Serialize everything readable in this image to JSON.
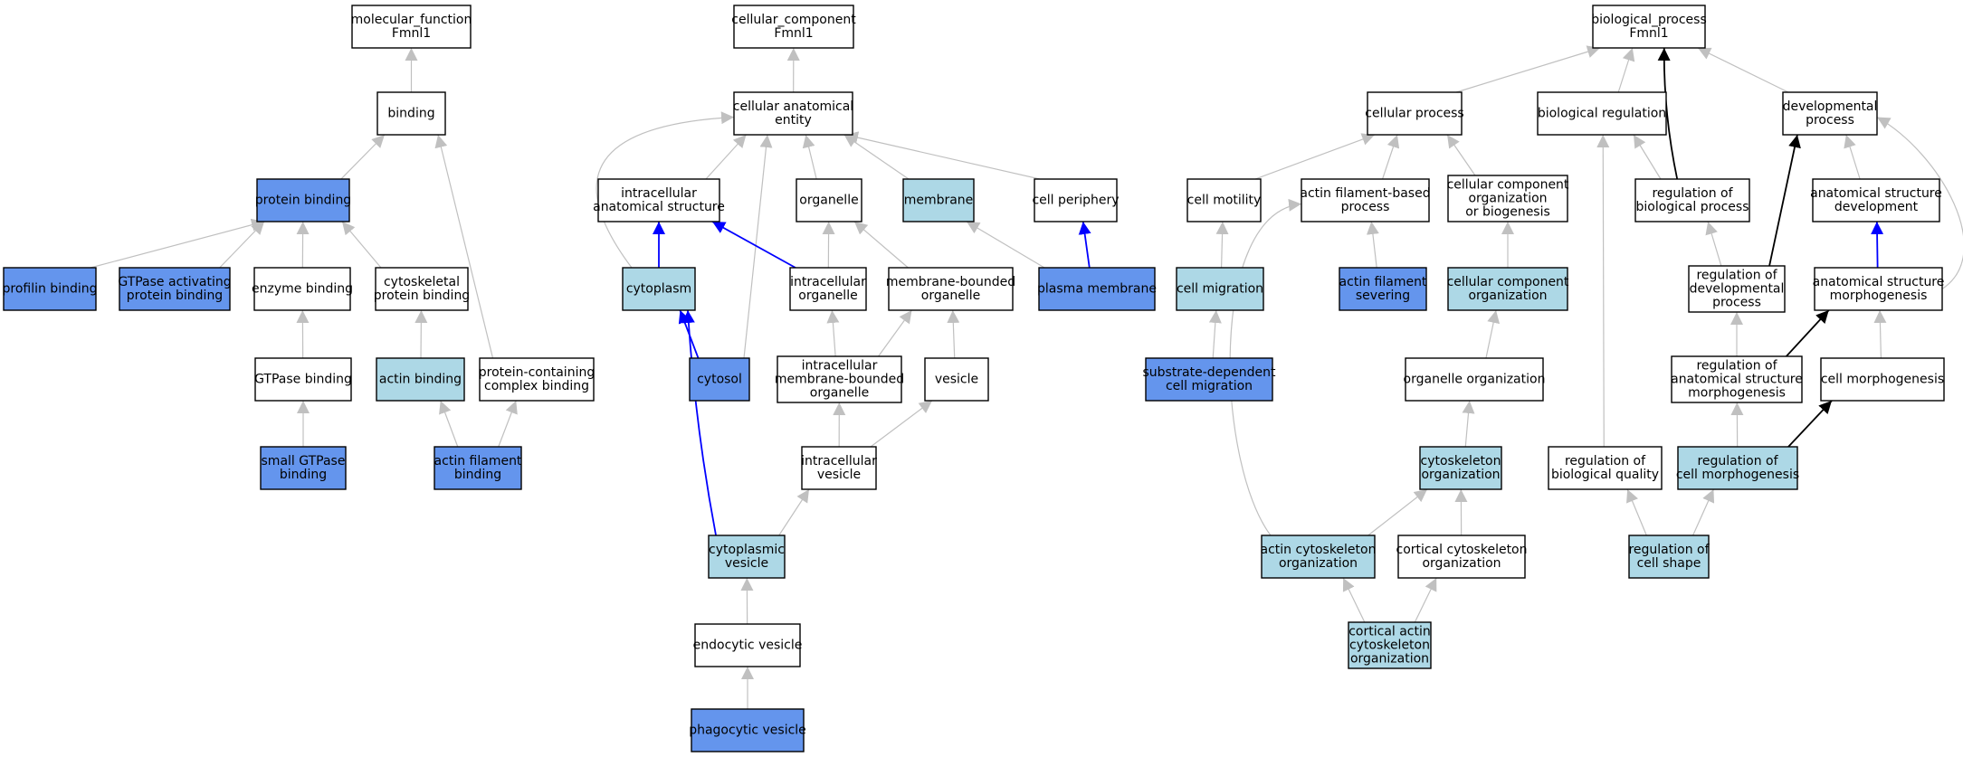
{
  "colors": {
    "white": "#ffffff",
    "light": "#add8e6",
    "dark": "#6495ed",
    "edge_gray": "#c0c0c0",
    "edge_blue": "#0000ff",
    "edge_black": "#000000"
  },
  "nodes": [
    {
      "id": "mf_root",
      "lines": [
        "molecular_function",
        "Fmnl1"
      ],
      "fill": "white"
    },
    {
      "id": "binding",
      "lines": [
        "binding"
      ],
      "fill": "white"
    },
    {
      "id": "protein_binding",
      "lines": [
        "protein binding"
      ],
      "fill": "dark"
    },
    {
      "id": "profilin_binding",
      "lines": [
        "profilin binding"
      ],
      "fill": "dark"
    },
    {
      "id": "gtpase_activating",
      "lines": [
        "GTPase activating",
        "protein binding"
      ],
      "fill": "dark"
    },
    {
      "id": "enzyme_binding",
      "lines": [
        "enzyme binding"
      ],
      "fill": "white"
    },
    {
      "id": "cytoskeletal_pb",
      "lines": [
        "cytoskeletal",
        "protein binding"
      ],
      "fill": "white"
    },
    {
      "id": "gtpase_binding",
      "lines": [
        "GTPase binding"
      ],
      "fill": "white"
    },
    {
      "id": "actin_binding",
      "lines": [
        "actin binding"
      ],
      "fill": "light"
    },
    {
      "id": "protein_complex_binding",
      "lines": [
        "protein-containing",
        "complex binding"
      ],
      "fill": "white"
    },
    {
      "id": "small_gtpase",
      "lines": [
        "small GTPase",
        "binding"
      ],
      "fill": "dark"
    },
    {
      "id": "actin_filament_binding",
      "lines": [
        "actin filament",
        "binding"
      ],
      "fill": "dark"
    },
    {
      "id": "cc_root",
      "lines": [
        "cellular_component",
        "Fmnl1"
      ],
      "fill": "white"
    },
    {
      "id": "cae",
      "lines": [
        "cellular anatomical",
        "entity"
      ],
      "fill": "white"
    },
    {
      "id": "ias",
      "lines": [
        "intracellular",
        "anatomical structure"
      ],
      "fill": "white"
    },
    {
      "id": "organelle",
      "lines": [
        "organelle"
      ],
      "fill": "white"
    },
    {
      "id": "membrane",
      "lines": [
        "membrane"
      ],
      "fill": "light"
    },
    {
      "id": "cell_periphery",
      "lines": [
        "cell periphery"
      ],
      "fill": "white"
    },
    {
      "id": "cytoplasm",
      "lines": [
        "cytoplasm"
      ],
      "fill": "light"
    },
    {
      "id": "intra_organelle",
      "lines": [
        "intracellular",
        "organelle"
      ],
      "fill": "white"
    },
    {
      "id": "mb_organelle",
      "lines": [
        "membrane-bounded",
        "organelle"
      ],
      "fill": "white"
    },
    {
      "id": "plasma_membrane",
      "lines": [
        "plasma membrane"
      ],
      "fill": "dark"
    },
    {
      "id": "cytosol",
      "lines": [
        "cytosol"
      ],
      "fill": "dark"
    },
    {
      "id": "intra_mb_organelle",
      "lines": [
        "intracellular",
        "membrane-bounded",
        "organelle"
      ],
      "fill": "white"
    },
    {
      "id": "vesicle",
      "lines": [
        "vesicle"
      ],
      "fill": "white"
    },
    {
      "id": "intra_vesicle",
      "lines": [
        "intracellular",
        "vesicle"
      ],
      "fill": "white"
    },
    {
      "id": "cyto_vesicle",
      "lines": [
        "cytoplasmic",
        "vesicle"
      ],
      "fill": "light"
    },
    {
      "id": "endocytic_vesicle",
      "lines": [
        "endocytic vesicle"
      ],
      "fill": "white"
    },
    {
      "id": "phagocytic_vesicle",
      "lines": [
        "phagocytic vesicle"
      ],
      "fill": "dark"
    },
    {
      "id": "bp_root",
      "lines": [
        "biological_process",
        "Fmnl1"
      ],
      "fill": "white"
    },
    {
      "id": "cellular_process",
      "lines": [
        "cellular process"
      ],
      "fill": "white"
    },
    {
      "id": "bio_regulation",
      "lines": [
        "biological regulation"
      ],
      "fill": "white"
    },
    {
      "id": "dev_process",
      "lines": [
        "developmental",
        "process"
      ],
      "fill": "white"
    },
    {
      "id": "cell_motility",
      "lines": [
        "cell motility"
      ],
      "fill": "white"
    },
    {
      "id": "afbp",
      "lines": [
        "actin filament-based",
        "process"
      ],
      "fill": "white"
    },
    {
      "id": "ccob",
      "lines": [
        "cellular component",
        "organization",
        "or biogenesis"
      ],
      "fill": "white"
    },
    {
      "id": "reg_bio_process",
      "lines": [
        "regulation of",
        "biological process"
      ],
      "fill": "white"
    },
    {
      "id": "asd",
      "lines": [
        "anatomical structure",
        "development"
      ],
      "fill": "white"
    },
    {
      "id": "cell_migration",
      "lines": [
        "cell migration"
      ],
      "fill": "light"
    },
    {
      "id": "af_severing",
      "lines": [
        "actin filament",
        "severing"
      ],
      "fill": "dark"
    },
    {
      "id": "cco",
      "lines": [
        "cellular component",
        "organization"
      ],
      "fill": "light"
    },
    {
      "id": "reg_dev_process",
      "lines": [
        "regulation of",
        "developmental",
        "process"
      ],
      "fill": "white"
    },
    {
      "id": "asm",
      "lines": [
        "anatomical structure",
        "morphogenesis"
      ],
      "fill": "white"
    },
    {
      "id": "sdcm",
      "lines": [
        "substrate-dependent",
        "cell migration"
      ],
      "fill": "dark"
    },
    {
      "id": "organelle_org",
      "lines": [
        "organelle organization"
      ],
      "fill": "white"
    },
    {
      "id": "reg_asm",
      "lines": [
        "regulation of",
        "anatomical structure",
        "morphogenesis"
      ],
      "fill": "white"
    },
    {
      "id": "cell_morphogenesis",
      "lines": [
        "cell morphogenesis"
      ],
      "fill": "white"
    },
    {
      "id": "cyto_org",
      "lines": [
        "cytoskeleton",
        "organization"
      ],
      "fill": "light"
    },
    {
      "id": "reg_bio_quality",
      "lines": [
        "regulation of",
        "biological quality"
      ],
      "fill": "white"
    },
    {
      "id": "reg_cell_morph",
      "lines": [
        "regulation of",
        "cell morphogenesis"
      ],
      "fill": "light"
    },
    {
      "id": "aco",
      "lines": [
        "actin cytoskeleton",
        "organization"
      ],
      "fill": "light"
    },
    {
      "id": "cco2",
      "lines": [
        "cortical cytoskeleton",
        "organization"
      ],
      "fill": "white"
    },
    {
      "id": "reg_cell_shape",
      "lines": [
        "regulation of",
        "cell shape"
      ],
      "fill": "light"
    },
    {
      "id": "caco",
      "lines": [
        "cortical actin",
        "cytoskeleton",
        "organization"
      ],
      "fill": "light"
    }
  ],
  "edges": [
    {
      "from": "binding",
      "to": "mf_root",
      "color": "edge_gray"
    },
    {
      "from": "protein_binding",
      "to": "binding",
      "color": "edge_gray"
    },
    {
      "from": "protein_complex_binding",
      "to": "binding",
      "color": "edge_gray"
    },
    {
      "from": "profilin_binding",
      "to": "protein_binding",
      "color": "edge_gray"
    },
    {
      "from": "gtpase_activating",
      "to": "protein_binding",
      "color": "edge_gray"
    },
    {
      "from": "enzyme_binding",
      "to": "protein_binding",
      "color": "edge_gray"
    },
    {
      "from": "cytoskeletal_pb",
      "to": "protein_binding",
      "color": "edge_gray"
    },
    {
      "from": "gtpase_binding",
      "to": "enzyme_binding",
      "color": "edge_gray"
    },
    {
      "from": "actin_binding",
      "to": "cytoskeletal_pb",
      "color": "edge_gray"
    },
    {
      "from": "small_gtpase",
      "to": "gtpase_binding",
      "color": "edge_gray"
    },
    {
      "from": "actin_filament_binding",
      "to": "actin_binding",
      "color": "edge_gray"
    },
    {
      "from": "actin_filament_binding",
      "to": "protein_complex_binding",
      "color": "edge_gray"
    },
    {
      "from": "cae",
      "to": "cc_root",
      "color": "edge_gray"
    },
    {
      "from": "ias",
      "to": "cae",
      "color": "edge_gray"
    },
    {
      "from": "organelle",
      "to": "cae",
      "color": "edge_gray"
    },
    {
      "from": "membrane",
      "to": "cae",
      "color": "edge_gray"
    },
    {
      "from": "cell_periphery",
      "to": "cae",
      "color": "edge_gray"
    },
    {
      "from": "cytoplasm",
      "to": "cae",
      "color": "edge_gray",
      "curve": "left"
    },
    {
      "from": "cytosol",
      "to": "cae",
      "color": "edge_gray"
    },
    {
      "from": "cytoplasm",
      "to": "ias",
      "color": "edge_blue"
    },
    {
      "from": "intra_organelle",
      "to": "ias",
      "color": "edge_blue"
    },
    {
      "from": "intra_organelle",
      "to": "organelle",
      "color": "edge_gray"
    },
    {
      "from": "mb_organelle",
      "to": "organelle",
      "color": "edge_gray"
    },
    {
      "from": "plasma_membrane",
      "to": "membrane",
      "color": "edge_gray"
    },
    {
      "from": "plasma_membrane",
      "to": "cell_periphery",
      "color": "edge_blue"
    },
    {
      "from": "cytosol",
      "to": "cytoplasm",
      "color": "edge_blue"
    },
    {
      "from": "intra_mb_organelle",
      "to": "intra_organelle",
      "color": "edge_gray"
    },
    {
      "from": "intra_mb_organelle",
      "to": "mb_organelle",
      "color": "edge_gray"
    },
    {
      "from": "vesicle",
      "to": "mb_organelle",
      "color": "edge_gray"
    },
    {
      "from": "intra_vesicle",
      "to": "intra_mb_organelle",
      "color": "edge_gray"
    },
    {
      "from": "intra_vesicle",
      "to": "vesicle",
      "color": "edge_gray"
    },
    {
      "from": "cyto_vesicle",
      "to": "intra_vesicle",
      "color": "edge_gray"
    },
    {
      "from": "cyto_vesicle",
      "to": "cytoplasm",
      "color": "edge_blue",
      "curve": "bow"
    },
    {
      "from": "endocytic_vesicle",
      "to": "cyto_vesicle",
      "color": "edge_gray"
    },
    {
      "from": "phagocytic_vesicle",
      "to": "endocytic_vesicle",
      "color": "edge_gray"
    },
    {
      "from": "cellular_process",
      "to": "bp_root",
      "color": "edge_gray"
    },
    {
      "from": "bio_regulation",
      "to": "bp_root",
      "color": "edge_gray"
    },
    {
      "from": "dev_process",
      "to": "bp_root",
      "color": "edge_gray"
    },
    {
      "from": "reg_bio_process",
      "to": "bp_root",
      "color": "edge_black",
      "curve": "bow"
    },
    {
      "from": "cell_motility",
      "to": "cellular_process",
      "color": "edge_gray"
    },
    {
      "from": "afbp",
      "to": "cellular_process",
      "color": "edge_gray"
    },
    {
      "from": "ccob",
      "to": "cellular_process",
      "color": "edge_gray"
    },
    {
      "from": "reg_bio_process",
      "to": "bio_regulation",
      "color": "edge_gray"
    },
    {
      "from": "reg_bio_quality",
      "to": "bio_regulation",
      "color": "edge_gray"
    },
    {
      "from": "asd",
      "to": "dev_process",
      "color": "edge_gray"
    },
    {
      "from": "asm",
      "to": "dev_process",
      "color": "edge_gray",
      "curve": "right"
    },
    {
      "from": "reg_dev_process",
      "to": "dev_process",
      "color": "edge_black"
    },
    {
      "from": "cell_migration",
      "to": "cell_motility",
      "color": "edge_gray"
    },
    {
      "from": "af_severing",
      "to": "afbp",
      "color": "edge_gray"
    },
    {
      "from": "aco",
      "to": "afbp",
      "color": "edge_gray",
      "curve": "left"
    },
    {
      "from": "cco",
      "to": "ccob",
      "color": "edge_gray"
    },
    {
      "from": "reg_dev_process",
      "to": "reg_bio_process",
      "color": "edge_gray"
    },
    {
      "from": "asm",
      "to": "asd",
      "color": "edge_blue"
    },
    {
      "from": "sdcm",
      "to": "cell_migration",
      "color": "edge_gray"
    },
    {
      "from": "organelle_org",
      "to": "cco",
      "color": "edge_gray"
    },
    {
      "from": "reg_asm",
      "to": "reg_dev_process",
      "color": "edge_gray"
    },
    {
      "from": "reg_asm",
      "to": "asm",
      "color": "edge_black"
    },
    {
      "from": "cell_morphogenesis",
      "to": "asm",
      "color": "edge_gray"
    },
    {
      "from": "cyto_org",
      "to": "organelle_org",
      "color": "edge_gray"
    },
    {
      "from": "reg_cell_morph",
      "to": "reg_asm",
      "color": "edge_gray"
    },
    {
      "from": "reg_cell_morph",
      "to": "cell_morphogenesis",
      "color": "edge_black"
    },
    {
      "from": "aco",
      "to": "cyto_org",
      "color": "edge_gray"
    },
    {
      "from": "cco2",
      "to": "cyto_org",
      "color": "edge_gray"
    },
    {
      "from": "reg_cell_shape",
      "to": "reg_bio_quality",
      "color": "edge_gray"
    },
    {
      "from": "reg_cell_shape",
      "to": "reg_cell_morph",
      "color": "edge_gray"
    },
    {
      "from": "caco",
      "to": "aco",
      "color": "edge_gray"
    },
    {
      "from": "caco",
      "to": "cco2",
      "color": "edge_gray"
    }
  ]
}
